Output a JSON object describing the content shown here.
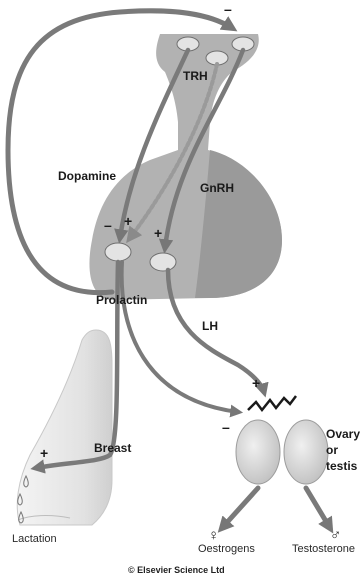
{
  "labels": {
    "trh": "TRH",
    "dopamine": "Dopamine",
    "gnrh": "GnRH",
    "prolactin": "Prolactin",
    "lh": "LH",
    "breast": "Breast",
    "ovary_1": "Ovary",
    "ovary_2": "or",
    "ovary_3": "testis",
    "lactation": "Lactation",
    "oestrogens": "Oestrogens",
    "testosterone": "Testosterone",
    "copyright": "© Elsevier Science Ltd"
  },
  "signs": {
    "top_minus": "–",
    "trh_plus": "+",
    "dopamine_minus": "–",
    "gnrh_plus": "+",
    "lh_plus": "+",
    "gonad_minus": "–",
    "breast_plus": "+"
  },
  "symbols": {
    "female": "♀",
    "male": "♂"
  },
  "colors": {
    "arrow": "#7a7a7a",
    "pituitary": "#b0b0b0",
    "pituitary_shade": "#8f8f8f",
    "cell": "#e3e3e3",
    "gonad": "#dcdcdc"
  }
}
